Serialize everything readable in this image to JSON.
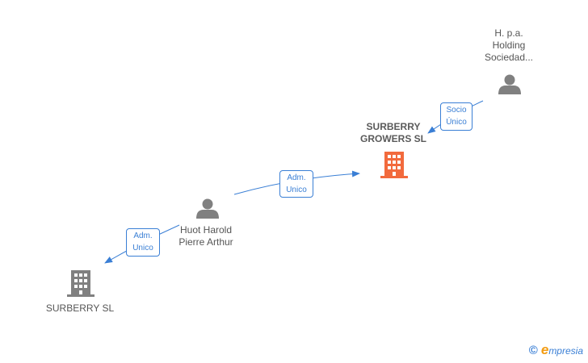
{
  "nodes": {
    "hpa": {
      "label": "H. p.a.\nHolding\nSociedad...",
      "type": "person",
      "icon": "person-icon",
      "color": "#808080"
    },
    "surberry_growers": {
      "label": "SURBERRY\nGROWERS SL",
      "type": "company",
      "icon": "building-icon",
      "color": "#f26a3d"
    },
    "huot": {
      "label": "Huot Harold\nPierre Arthur",
      "type": "person",
      "icon": "person-icon",
      "color": "#808080"
    },
    "surberry": {
      "label": "SURBERRY SL",
      "type": "company",
      "icon": "building-icon",
      "color": "#808080"
    }
  },
  "edges": [
    {
      "from": "hpa",
      "to": "surberry_growers",
      "label": "Socio\nÚnico"
    },
    {
      "from": "huot",
      "to": "surberry_growers",
      "label": "Adm.\nUnico"
    },
    {
      "from": "huot",
      "to": "surberry",
      "label": "Adm.\nUnico"
    }
  ],
  "colors": {
    "edge": "#3a7fd5",
    "focus": "#f26a3d",
    "neutral": "#808080"
  },
  "watermark": {
    "copyright": "©",
    "brand_initial": "e",
    "brand_rest": "mpresia"
  }
}
